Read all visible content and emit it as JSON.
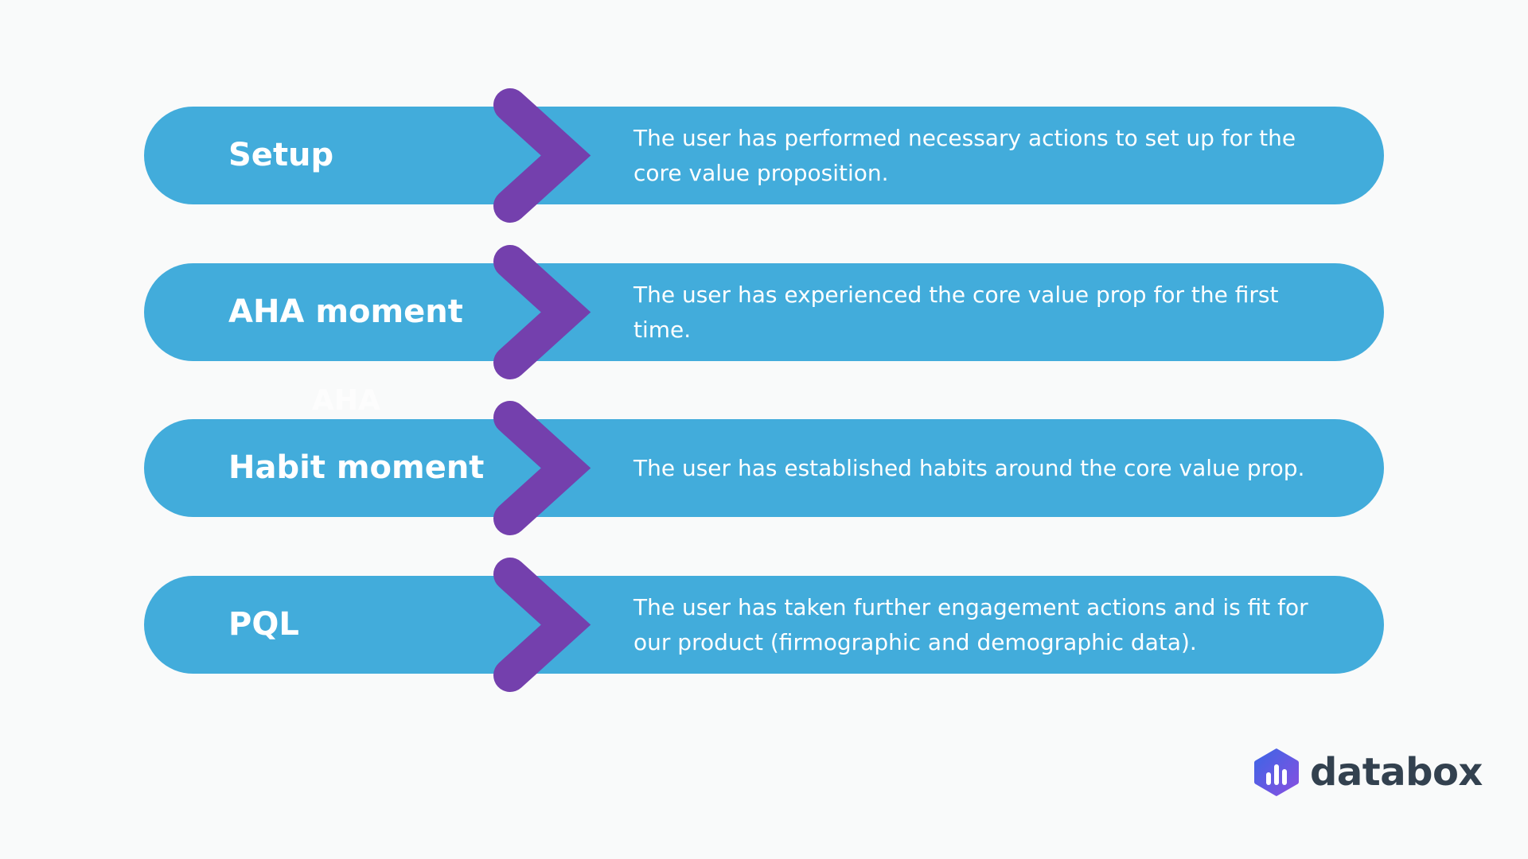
{
  "steps": [
    {
      "label": "Setup",
      "description": "The user has performed necessary actions to set up for the core value proposition."
    },
    {
      "label": "AHA moment",
      "description": "The user has experienced the core value prop for the first time."
    },
    {
      "label": "Habit moment",
      "description": "The user has established habits around the core value prop."
    },
    {
      "label": "PQL",
      "description": "The user has taken further engagement actions and is fit for our product (firmographic and demographic data)."
    }
  ],
  "ghost_text": "AHA",
  "logo": {
    "wordmark": "databox",
    "icon": "databox-hexagon-bars-icon"
  },
  "colors": {
    "background": "#f9fafa",
    "pill": "#42acdb",
    "chevron": "#7440ad",
    "logo_text": "#33414f",
    "logo_gradient_start": "#3a66e6",
    "logo_gradient_end": "#8a4fe0"
  }
}
